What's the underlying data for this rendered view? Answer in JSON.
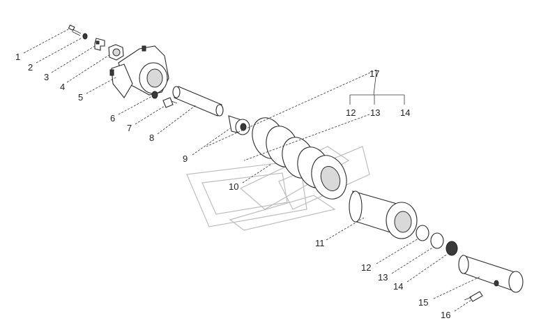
{
  "callouts": {
    "c1": "1",
    "c2": "2",
    "c3": "3",
    "c4": "4",
    "c5": "5",
    "c6": "6",
    "c7": "7",
    "c8": "8",
    "c9": "9",
    "c10": "10",
    "c11": "11",
    "c12": "12",
    "c13": "13",
    "c14": "14",
    "c15": "15",
    "c16": "16",
    "c17": "17",
    "g12": "12",
    "g13": "13",
    "g14": "14"
  },
  "colors": {
    "line": "#2a2a2a",
    "shade": "#d9d9d9",
    "watermark": "#bdbdbd"
  }
}
